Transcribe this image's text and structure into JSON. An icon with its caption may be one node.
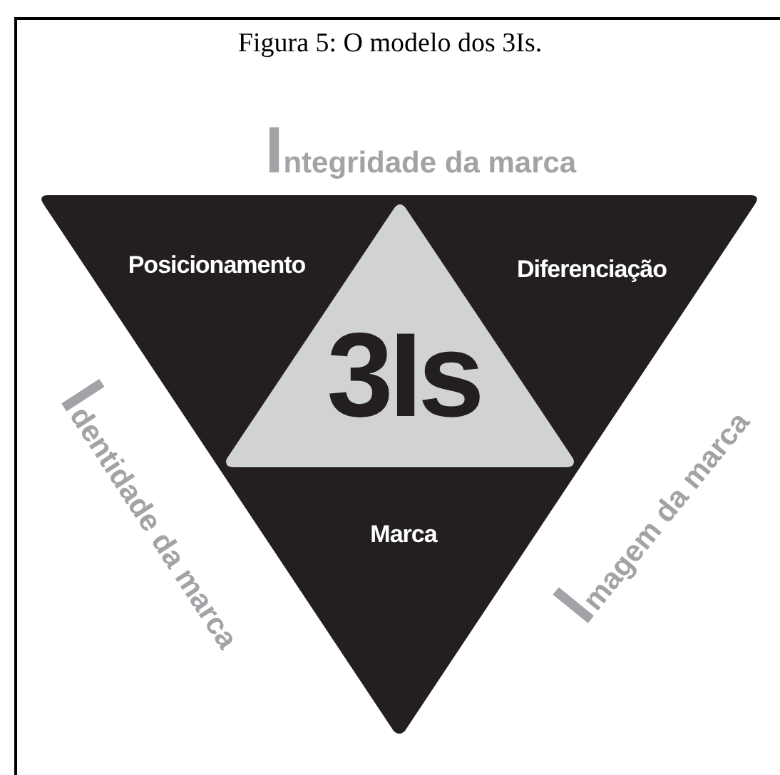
{
  "diagram": {
    "title": "Figura 5: O modelo dos 3Is.",
    "nodes": [
      {
        "text": [
          "Posicionamento",
          "Diferenciação",
          "Marca"
        ]
      },
      {
        "text": [
          "3Is"
        ],
        "in": 0
      }
    ],
    "labels": [
      "Integridade da marca",
      "Identidade da marca",
      "Imagem da marca"
    ]
  }
}
